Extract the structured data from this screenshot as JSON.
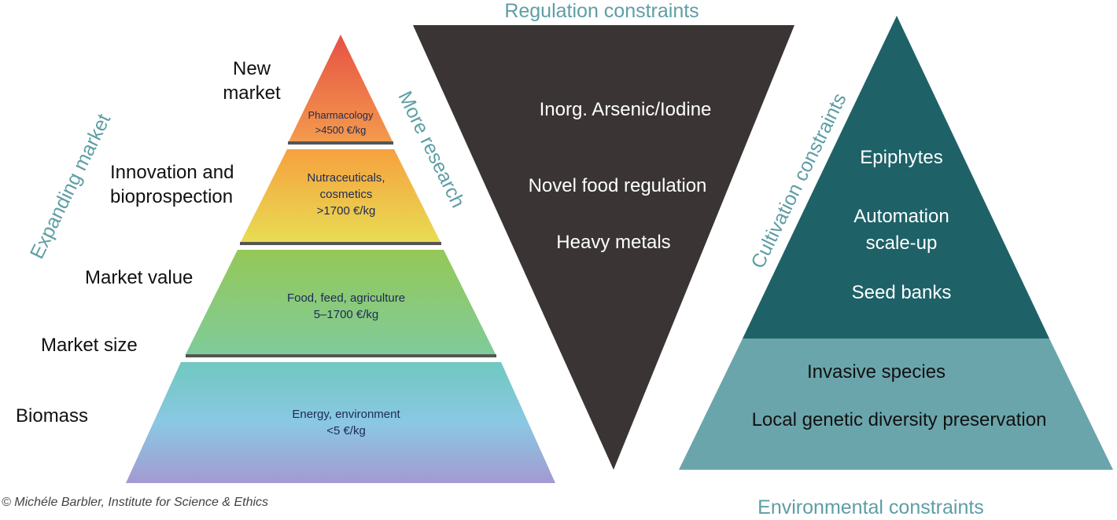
{
  "pyramid": {
    "tiers": [
      {
        "name": "Pharmacology",
        "value": ">4500 €/kg"
      },
      {
        "name": "Nutraceuticals,",
        "name2": "cosmetics",
        "value": ">1700 €/kg"
      },
      {
        "name": "Food, feed, agriculture",
        "value": "5–1700 €/kg"
      },
      {
        "name": "Energy, environment",
        "value": "<5 €/kg"
      }
    ],
    "left_labels": {
      "new_market_1": "New",
      "new_market_2": "market",
      "innovation_1": "Innovation and",
      "innovation_2": "bioprospection",
      "market_value": "Market value",
      "market_size": "Market size",
      "biomass": "Biomass"
    },
    "expanding_market": "Expanding market",
    "more_research": "More research"
  },
  "regulation": {
    "title": "Regulation constraints",
    "items": [
      "Inorg. Arsenic/Iodine",
      "Novel food regulation",
      "Heavy metals"
    ]
  },
  "cultivation": {
    "title": "Cultivation constraints",
    "items": [
      "Epiphytes",
      "Automation",
      "scale-up",
      "Seed banks"
    ]
  },
  "environmental": {
    "title": "Environmental constraints",
    "items": [
      "Invasive species",
      "Local genetic diversity preservation"
    ]
  },
  "credit": "© Michéle Barbler, Institute for Science & Ethics",
  "colors": {
    "regulation_fill": "#3a3534",
    "cultivation_fill": "#1e6268",
    "environmental_fill": "#6aa5ac",
    "label_teal": "#5e9ea5"
  }
}
